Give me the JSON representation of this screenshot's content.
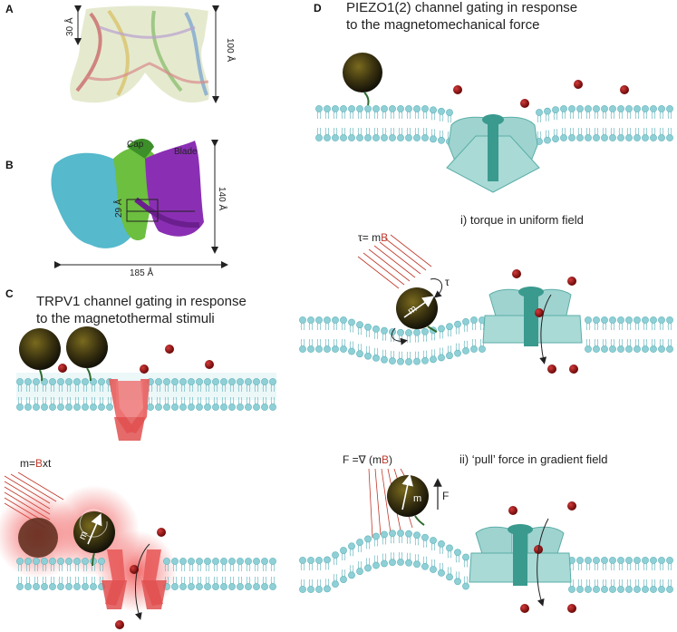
{
  "panels": {
    "a": {
      "letter": "A",
      "dim_small": "30 Å",
      "dim_large": "100 Å"
    },
    "b": {
      "letter": "B",
      "cap": "Cap",
      "blade": "Blade",
      "pore": "29 Å",
      "height": "140 Å",
      "width": "185 Å"
    },
    "c": {
      "letter": "C",
      "title_line1": "TRPV1 channel gating in response",
      "title_line2": "to the magnetothermal stimuli",
      "eq_prefix": "m=",
      "eq_b": "B",
      "eq_suffix": "xt",
      "moment": "m"
    },
    "d": {
      "letter": "D",
      "title_line1": "PIEZO1(2) channel gating in response",
      "title_line2": "to the magnetomechanical force",
      "sub_i": "i) torque in uniform field",
      "eq_i_prefix": "τ= m",
      "eq_i_b": "B",
      "tau": "τ",
      "moment": "m",
      "sub_ii": "ii) ‘pull’ force in gradient field",
      "eq_ii_prefix": "F =∇ (m",
      "eq_ii_b": "B",
      "eq_ii_suffix": ")",
      "force": "F"
    }
  },
  "colors": {
    "membrane": "#8fd0d6",
    "trpv1": "#e85c5c",
    "piezo": "#9fd3cf",
    "ion": "#8e1010",
    "field_line": "#c0392b"
  }
}
